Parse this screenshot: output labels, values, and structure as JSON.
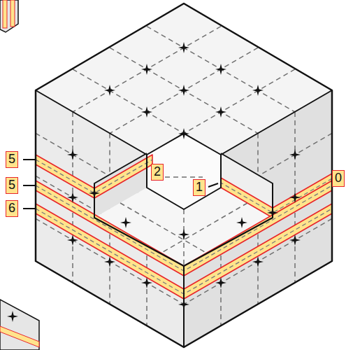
{
  "diagram": {
    "labels": [
      "5",
      "2",
      "0",
      "5",
      "1",
      "6"
    ]
  }
}
